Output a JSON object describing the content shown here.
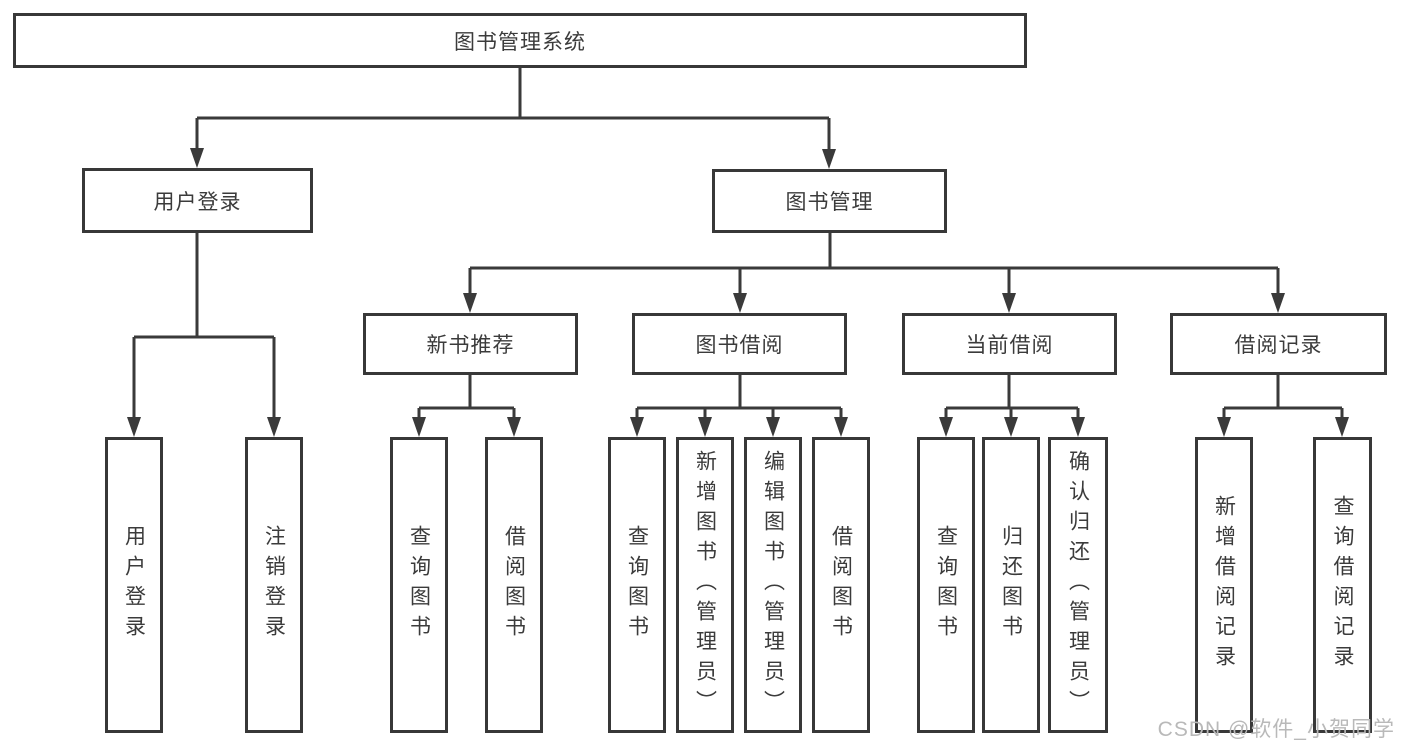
{
  "diagram": {
    "type": "tree",
    "watermark": "CSDN @软件_小贺同学",
    "colors": {
      "line": "#3a3a3a",
      "box_border": "#383838",
      "text": "#3b3b3b",
      "watermark": "#b9b9b9",
      "background": "#ffffff"
    },
    "tree": {
      "root": "图书管理系统",
      "children": [
        {
          "label": "用户登录",
          "children": [
            "用户登录",
            "注销登录"
          ]
        },
        {
          "label": "图书管理",
          "children": [
            {
              "label": "新书推荐",
              "children": [
                "查询图书",
                "借阅图书"
              ]
            },
            {
              "label": "图书借阅",
              "children": [
                "查询图书",
                "新增图书（管理员）",
                "编辑图书（管理员）",
                "借阅图书"
              ]
            },
            {
              "label": "当前借阅",
              "children": [
                "查询图书",
                "归还图书",
                "确认归还（管理员）"
              ]
            },
            {
              "label": "借阅记录",
              "children": [
                "新增借阅记录",
                "查询借阅记录"
              ]
            }
          ]
        }
      ]
    }
  }
}
